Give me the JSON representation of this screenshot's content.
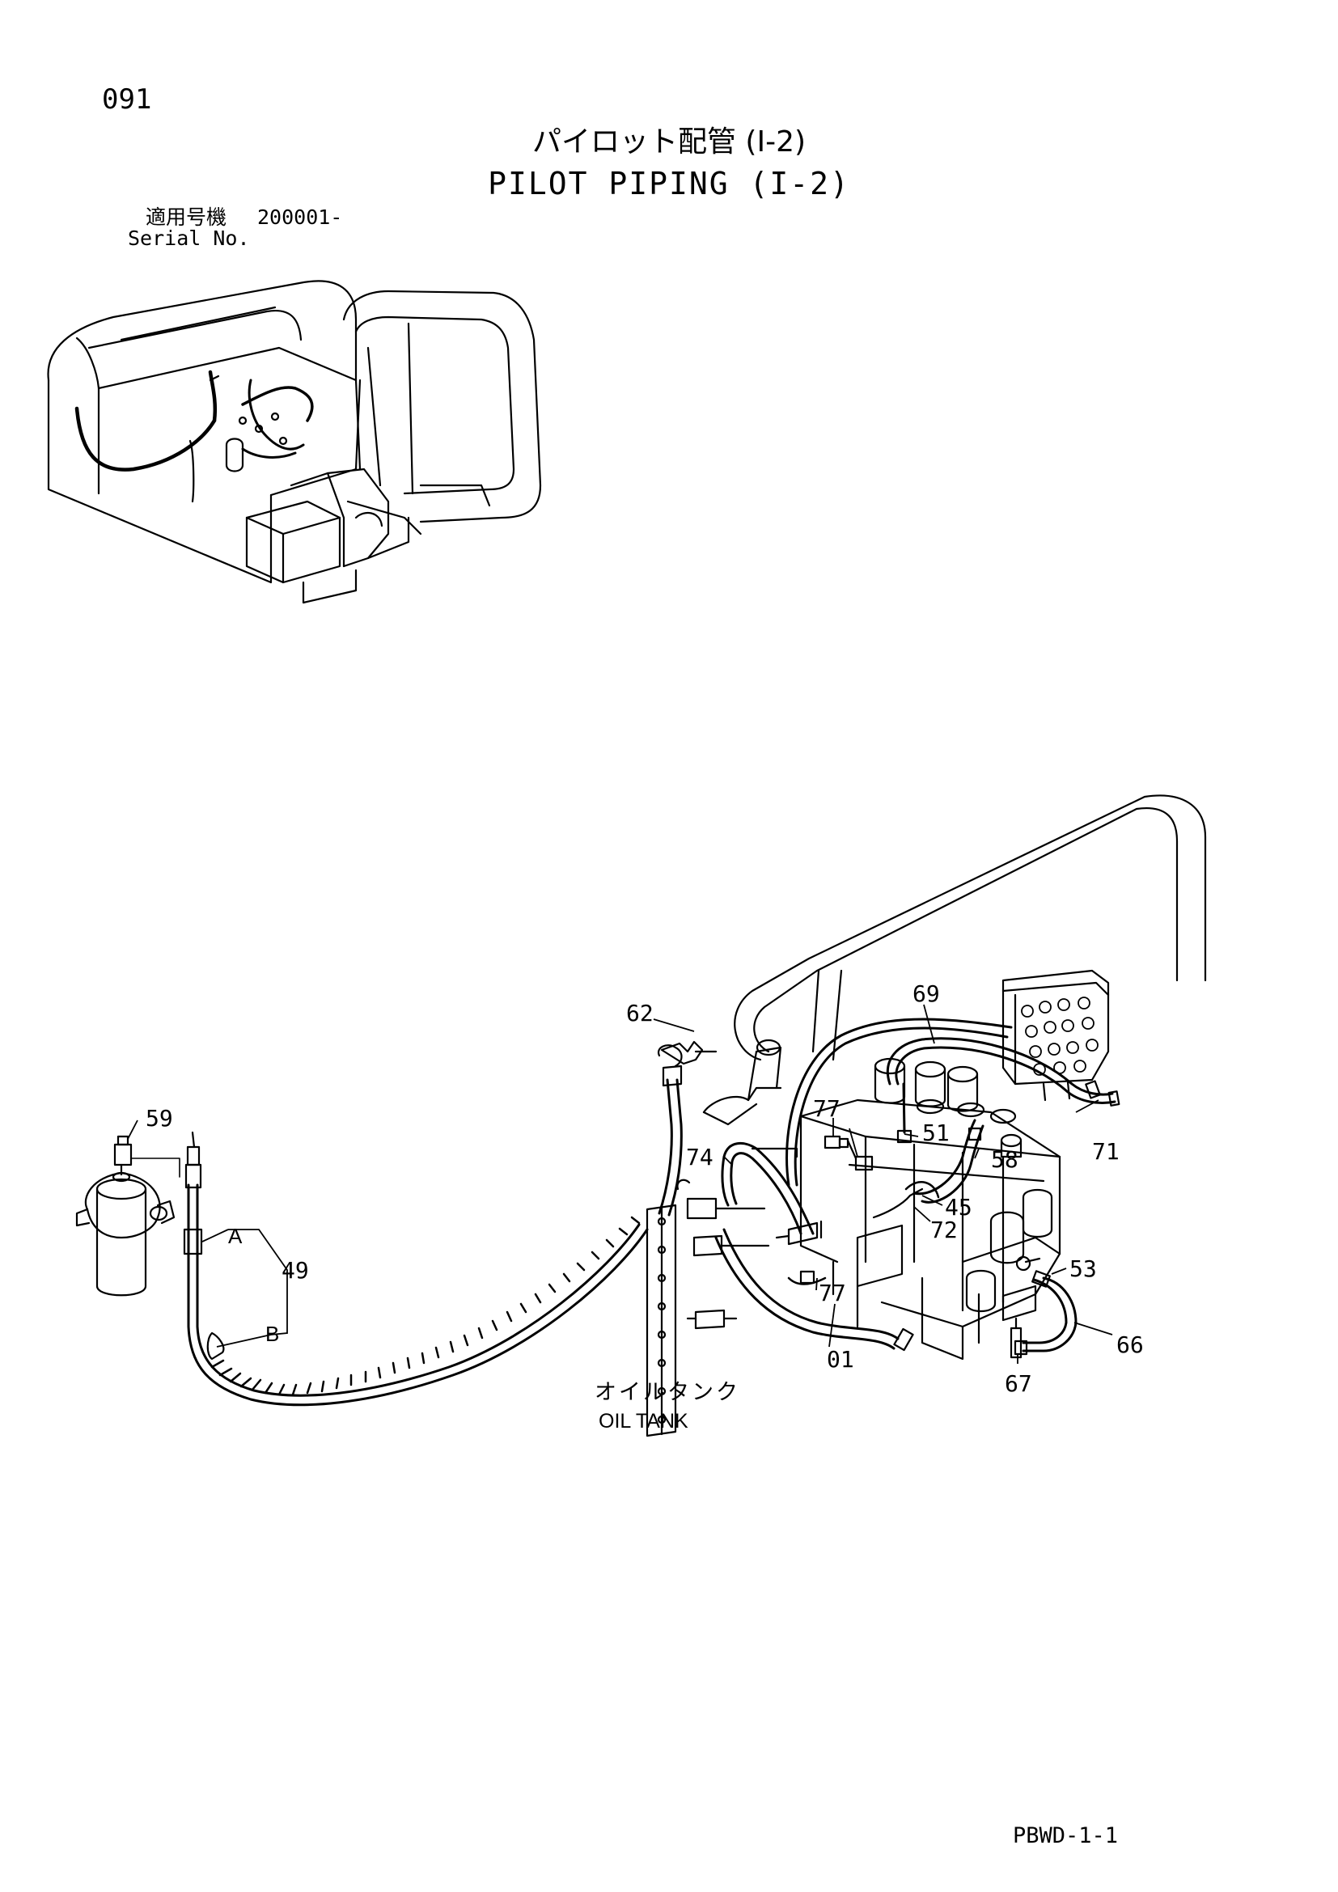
{
  "header": {
    "page_number": "091",
    "title_jp": "パイロット配管 (I-2)",
    "title_en": "PILOT PIPING (I-2)",
    "serial_label_jp": "適用号機",
    "serial_value": "200001-",
    "serial_label_en": "Serial No."
  },
  "diagram": {
    "part_labels": {
      "p62": "62",
      "p59": "59",
      "p69": "69",
      "p77a": "77",
      "p51": "51",
      "p74": "74",
      "p58": "58",
      "p71": "71",
      "p45": "45",
      "p72": "72",
      "p49": "49",
      "pA": "A",
      "pB": "B",
      "p53": "53",
      "p77b": "77",
      "p66": "66",
      "p01": "01",
      "p67": "67"
    },
    "oil_tank_jp": "オイルタンク",
    "oil_tank_en": "OIL TANK"
  },
  "footer": {
    "doc_code": "PBWD-1-1"
  }
}
